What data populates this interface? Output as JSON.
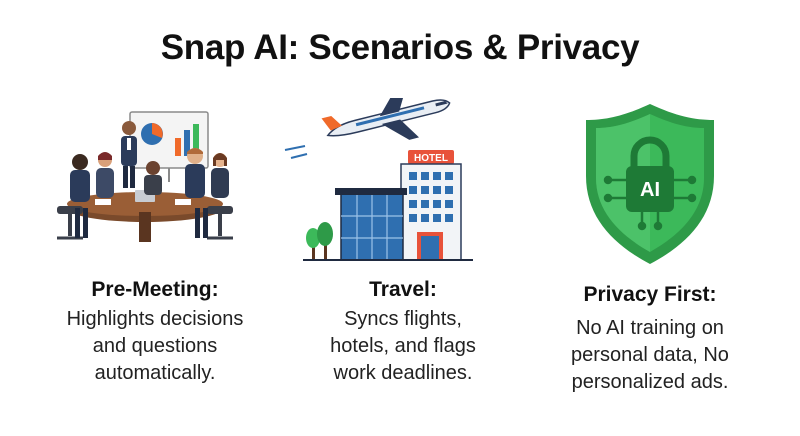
{
  "title": "Snap AI: Scenarios & Privacy",
  "scenarios": [
    {
      "heading": "Pre-Meeting:",
      "body_lines": [
        "Highlights decisions",
        "and questions",
        "automatically."
      ],
      "icon": "meeting-illustration-icon"
    },
    {
      "heading": "Travel:",
      "body_lines": [
        "Syncs flights,",
        "hotels, and flags",
        "work deadlines."
      ],
      "icon": "travel-illustration-icon",
      "hotel_sign": "HOTEL"
    },
    {
      "heading": "Privacy First:",
      "body_lines": [
        "No AI training on",
        "personal data, No",
        "personalized ads."
      ],
      "icon": "privacy-shield-icon",
      "badge": "AI"
    }
  ],
  "colors": {
    "shield_green": "#3cb95a",
    "plane_orange": "#f06a2a",
    "hotel_blue": "#2f6fb0",
    "hotel_red": "#e8523a"
  }
}
